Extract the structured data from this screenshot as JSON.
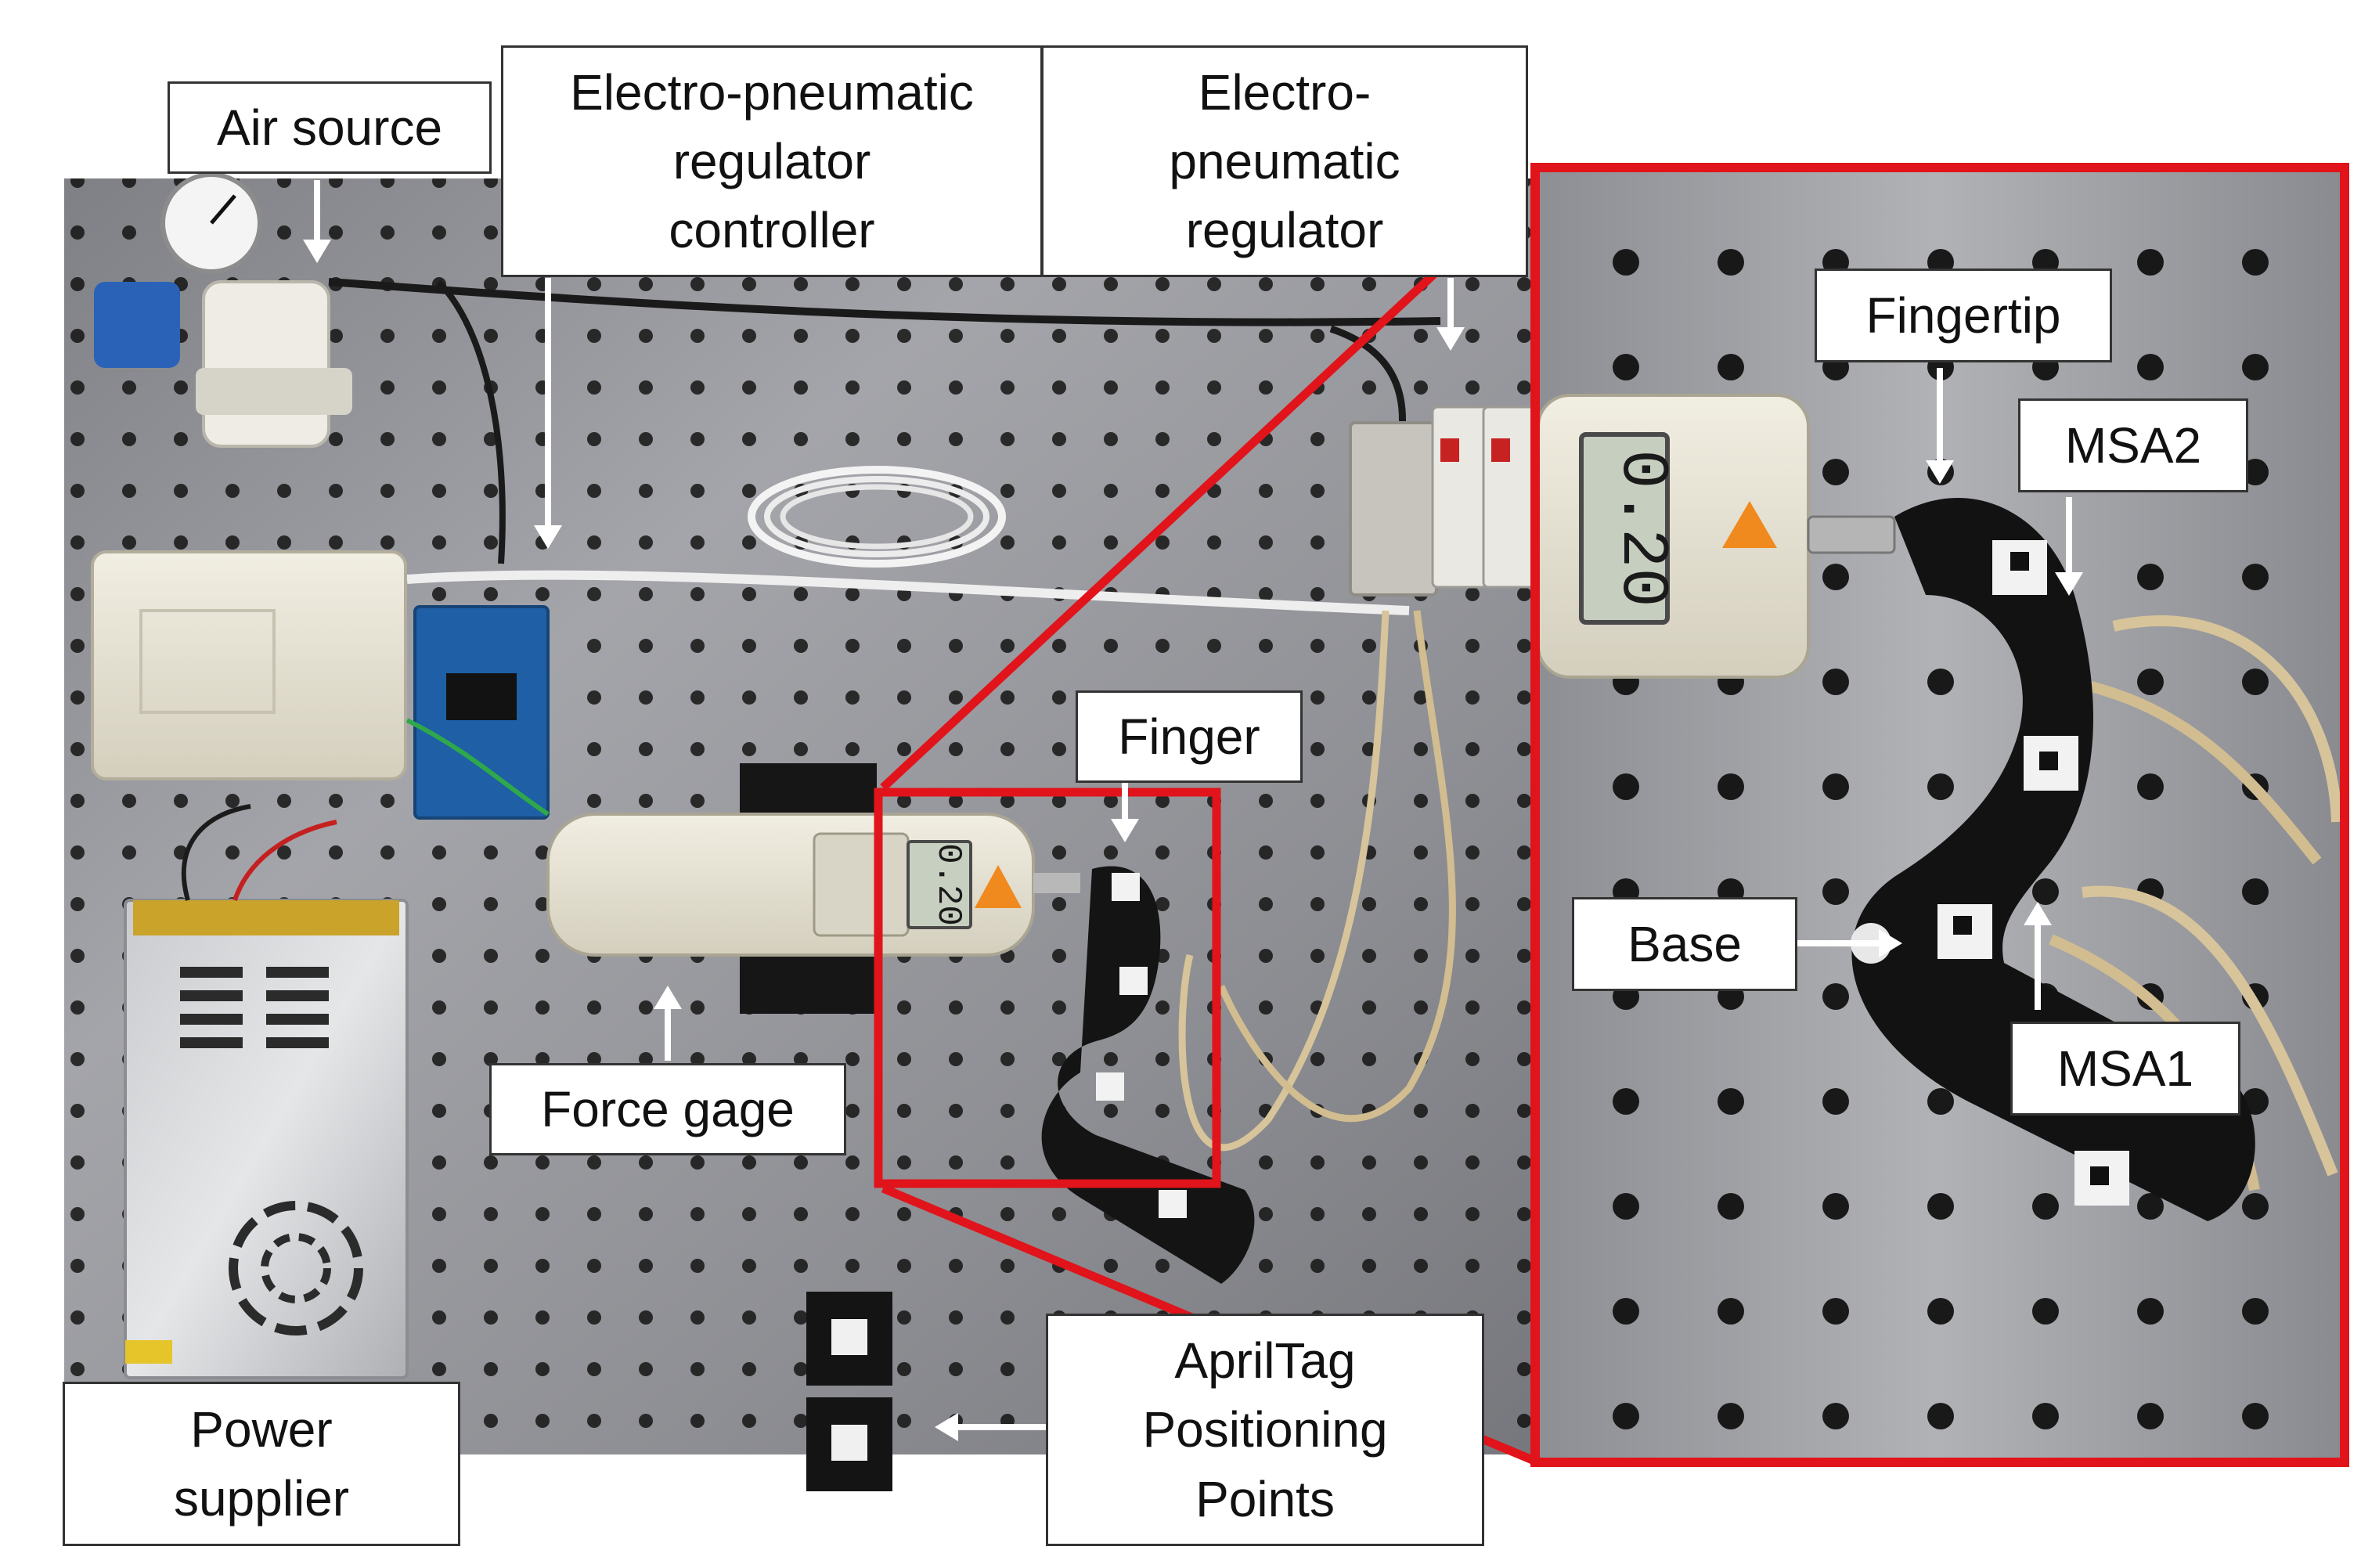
{
  "labels": {
    "air_source": "Air source",
    "epr_controller": "Electro-pneumatic\nregulator\ncontroller",
    "epr": "Electro-\npneumatic\nregulator",
    "fingertip": "Fingertip",
    "msa2": "MSA2",
    "finger": "Finger",
    "base": "Base",
    "msa1": "MSA1",
    "force_gage": "Force gage",
    "power_supplier": "Power\nsupplier",
    "apriltag": "AprilTag\nPositioning\nPoints"
  },
  "gauge_readings": {
    "main": "0.20",
    "zoom": "0.20"
  },
  "colors": {
    "highlight": "#e0141a",
    "plate": "#9a9b9f",
    "hole": "#111111",
    "device_body": "#e7e3d4",
    "finger": "#141414",
    "tube": "#d7c49a"
  }
}
